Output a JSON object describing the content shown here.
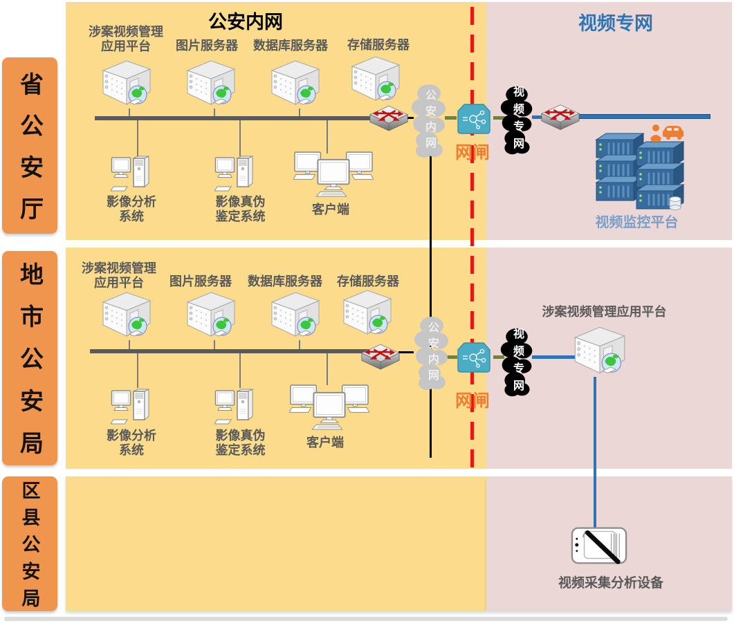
{
  "titles": {
    "intranet": "公安内网",
    "video_net": "视频专网"
  },
  "tiers": {
    "province": "省公安厅",
    "city": "地市公安局",
    "district": "区县公安局"
  },
  "province": {
    "server_labels": [
      "涉案视频管理\n应用平台",
      "图片服务器",
      "数据库服务器",
      "存储服务器"
    ],
    "system_labels": [
      "影像分析\n系统",
      "影像真伪\n鉴定系统",
      "客户端"
    ],
    "intranet_cloud": "公安内网",
    "gateway": "网闸",
    "videonet_cloud": "视频专网",
    "platform_label": "视频监控平台"
  },
  "city": {
    "server_labels": [
      "涉案视频管理\n应用平台",
      "图片服务器",
      "数据库服务器",
      "存储服务器"
    ],
    "system_labels": [
      "影像分析\n系统",
      "影像真伪\n鉴定系统",
      "客户端"
    ],
    "intranet_cloud": "公安内网",
    "gateway": "网闸",
    "videonet_cloud": "视频专网",
    "app_platform_label": "涉案视频管理应用平台"
  },
  "district": {
    "device_label": "视频采集分析设备"
  },
  "colors": {
    "intranet_zone": "#FBDC8C",
    "videonet_zone": "#EBD8D6",
    "tier_label_bg": "#F0954E",
    "videonet_title_text": "#2E75B6",
    "server_label_text": "#595959",
    "gateway_label_text": "#ED7D31",
    "boundary_dashed_line": "#EE1511",
    "gateway_box": "#4BACC6",
    "intranet_cloud_fill": "#C6C6C6",
    "videonet_cloud_fill": "#000000",
    "bus_line": "#5A5A5A",
    "videonet_link": "#2E74B5",
    "intranet_dash_link": "#6F8040",
    "platform_label_text": "#7B9FC7"
  },
  "icons": {
    "rack-server-icon": "3d-white-rack-with-globe",
    "workstation-icon": "monitor-and-tower",
    "clients-icon": "three-desktops",
    "switch-icon": "3d-switch-red-arrows",
    "cloud-icon": "cloud-blob",
    "gateway-icon": "teal-box-molecule",
    "platform-stack-icon": "blue-server-stack-person-car",
    "capture-device-icon": "tablet-with-pen"
  }
}
